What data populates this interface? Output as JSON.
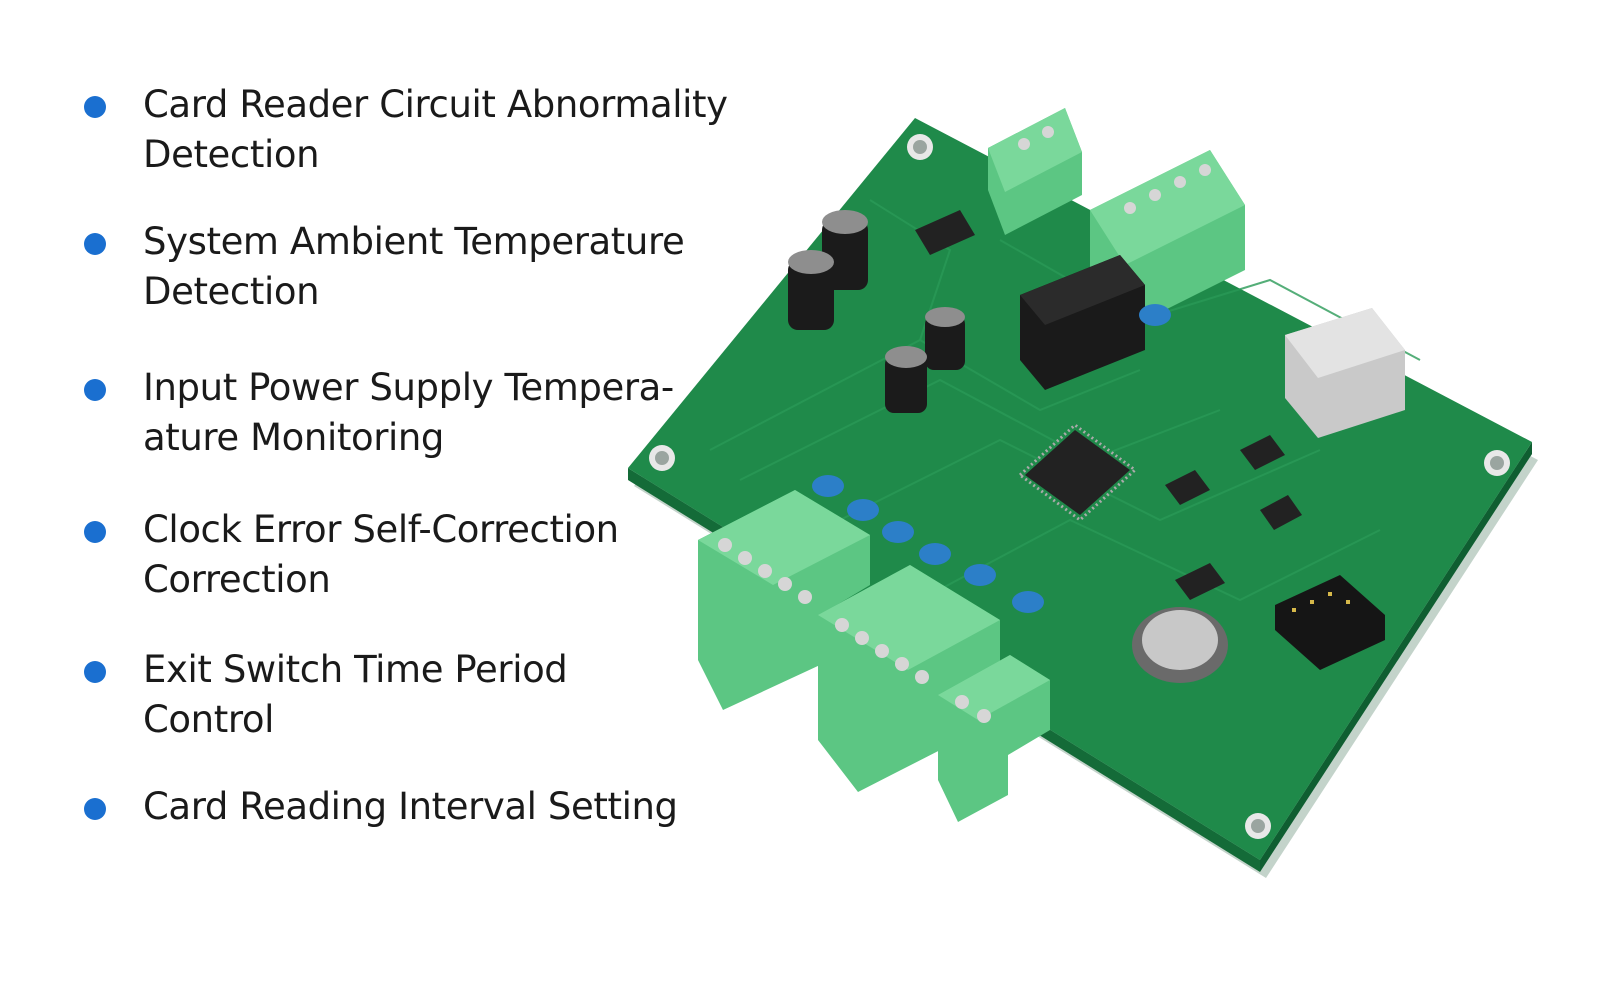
{
  "colors": {
    "bullet": "#1a6fd0",
    "text": "#1a1a1a",
    "pcb": "#1f8a4a",
    "terminal": "#5cc683",
    "capacitor_blue": "#2c7fc8"
  },
  "features": [
    {
      "label": "Card Reader Circuit Abnormality\nDetection"
    },
    {
      "label": "System Ambient Temperature\nDetection"
    },
    {
      "label": "Input Power Supply Tempera-\nature Monitoring"
    },
    {
      "label": "Clock Error Self-Correction\nCorrection"
    },
    {
      "label": "Exit Switch Time Period\nControl"
    },
    {
      "label": "Card Reading Interval Setting"
    }
  ],
  "image": {
    "subject": "circuit-board-photo"
  }
}
